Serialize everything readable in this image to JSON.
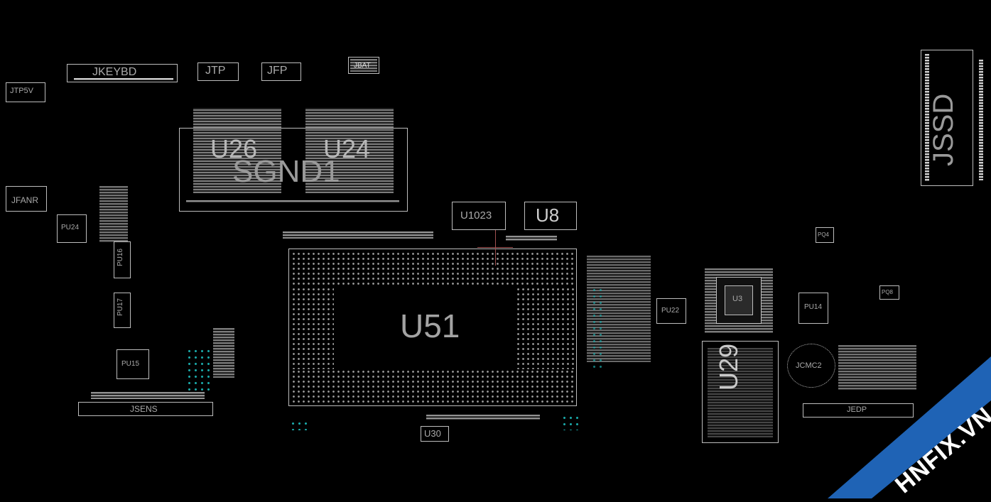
{
  "labels": {
    "jkeybd": "JKEYBD",
    "jtp": "JTP",
    "jfp": "JFP",
    "jbat": "JBAT",
    "jtp5v": "JTP5V",
    "jfanr": "JFANR",
    "u26": "U26",
    "u24": "U24",
    "sgnd1": "SGND1",
    "u1023": "U1023",
    "u8": "U8",
    "u51": "U51",
    "u29": "U29",
    "u30": "U30",
    "jssd": "JSSD",
    "jsens": "JSENS",
    "jedp": "JEDP",
    "jcmc2": "JCMC2",
    "pu24": "PU24",
    "pu16": "PU16",
    "pu17": "PU17",
    "pu15": "PU15",
    "pu22": "PU22",
    "pu14": "PU14",
    "pq8": "PQ8",
    "pq4": "PQ4",
    "u3": "U3"
  },
  "watermark": {
    "text": "HNFIX.VN",
    "color": "#1f63b5"
  },
  "colors": {
    "background": "#000000",
    "outline": "#bdbdbd",
    "via": "#1aa8a8"
  }
}
